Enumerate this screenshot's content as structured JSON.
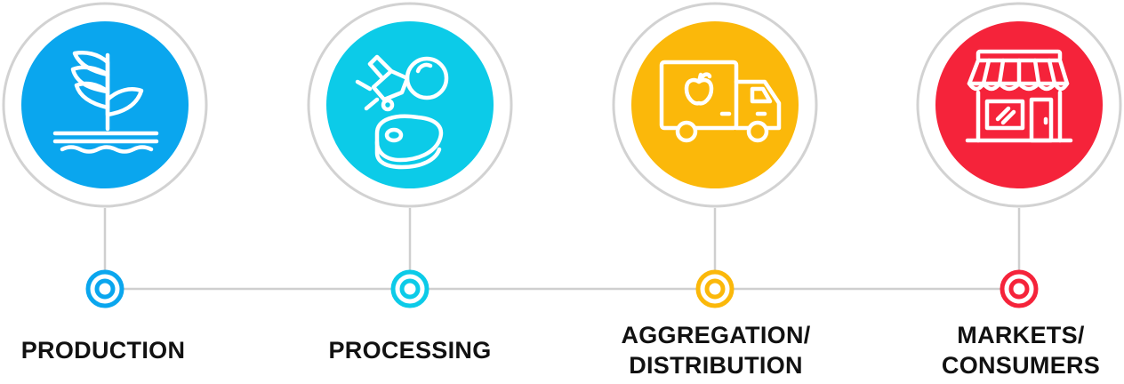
{
  "stages": [
    {
      "id": "production",
      "label_lines": [
        "PRODUCTION"
      ],
      "icon": "sprouting-plant-icon",
      "color": "#0aa6ee"
    },
    {
      "id": "processing",
      "label_lines": [
        "PROCESSING"
      ],
      "icon": "meat-grinder-and-steak-icon",
      "color": "#0ccbe8"
    },
    {
      "id": "aggregation-distribution",
      "label_lines": [
        "AGGREGATION/",
        "DISTRIBUTION"
      ],
      "icon": "delivery-truck-with-apple-icon",
      "color": "#fbb80a"
    },
    {
      "id": "markets-consumers",
      "label_lines": [
        "MARKETS/",
        "CONSUMERS"
      ],
      "icon": "storefront-icon",
      "color": "#f5233a"
    }
  ],
  "connector_color": "#cfcfcf",
  "ring_color": "#d2d2d2"
}
